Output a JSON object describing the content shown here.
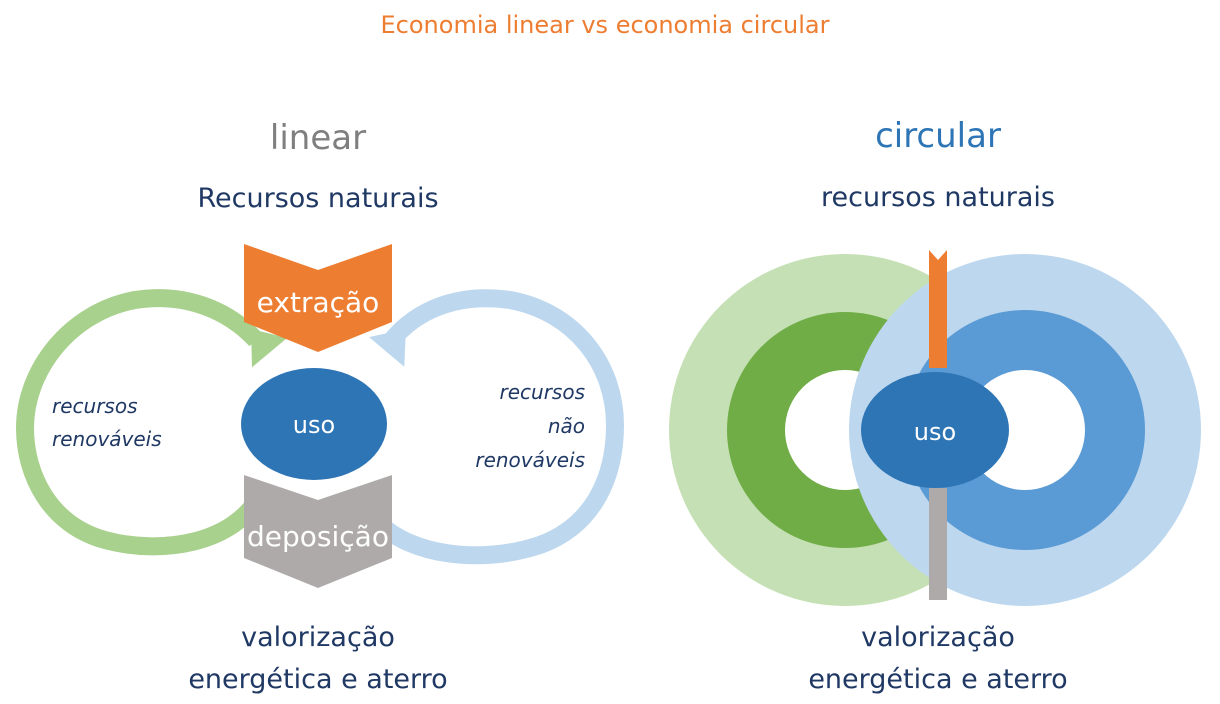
{
  "title": "Economia linear vs economia circular",
  "linear": {
    "heading": "linear",
    "top_label": "Recursos naturais",
    "extraction_label": "extração",
    "use_label": "uso",
    "deposition_label": "deposição",
    "renewable_label": [
      "recursos",
      "renováveis"
    ],
    "non_renewable_label": [
      "recursos",
      "não",
      "renováveis"
    ],
    "bottom_label": [
      "valorização",
      "energética e aterro"
    ]
  },
  "circular": {
    "heading": "circular",
    "top_label": "recursos naturais",
    "use_label": "uso",
    "bottom_label": [
      "valorização",
      "energética e aterro"
    ]
  },
  "colors": {
    "title": "#ED7D31",
    "heading_linear": "#7F7F7F",
    "heading_circular": "#2E75B6",
    "text_dark": "#1F3864",
    "orange": "#ED7D31",
    "gray": "#AEAAAA",
    "blue_dark": "#2E75B6",
    "blue_mid": "#5B9BD5",
    "blue_light": "#BDD7EE",
    "green_dark": "#70AD47",
    "green_light": "#C5E0B4",
    "green_arrow": "#A9D18E"
  }
}
